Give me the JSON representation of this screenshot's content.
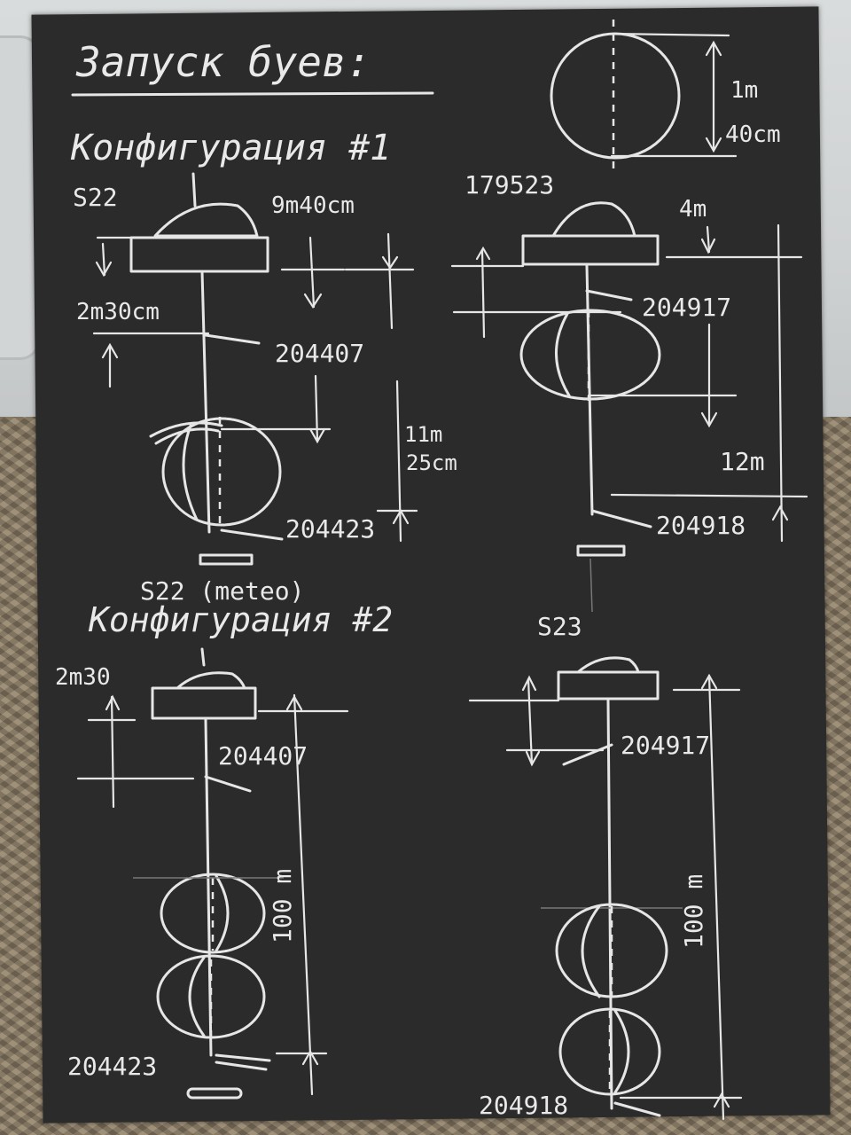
{
  "title": "Запуск буев:",
  "config1": {
    "heading": "Конфигурация #1",
    "left": {
      "buoy_label": "S22",
      "top_dim": "9m40cm",
      "side_dim": "2m30cm",
      "sensor_upper": "204407",
      "depth_line1": "11m",
      "depth_line2": "25cm",
      "sensor_lower": "204423"
    },
    "right": {
      "buoy_label": "179523",
      "top_dim": "4m",
      "sensor_upper": "204917",
      "depth": "12m",
      "sensor_lower": "204918"
    }
  },
  "float_legend": {
    "line1": "1m",
    "line2": "40cm"
  },
  "config2": {
    "heading": "Конфигурация #2",
    "left": {
      "buoy_label": "S22 (meteo)",
      "side_dim": "2m30",
      "sensor_upper": "204407",
      "depth": "100 m",
      "sensor_lower": "204423"
    },
    "right": {
      "buoy_label": "S23",
      "sensor_upper": "204917",
      "depth": "100 m",
      "sensor_lower": "204918"
    }
  }
}
